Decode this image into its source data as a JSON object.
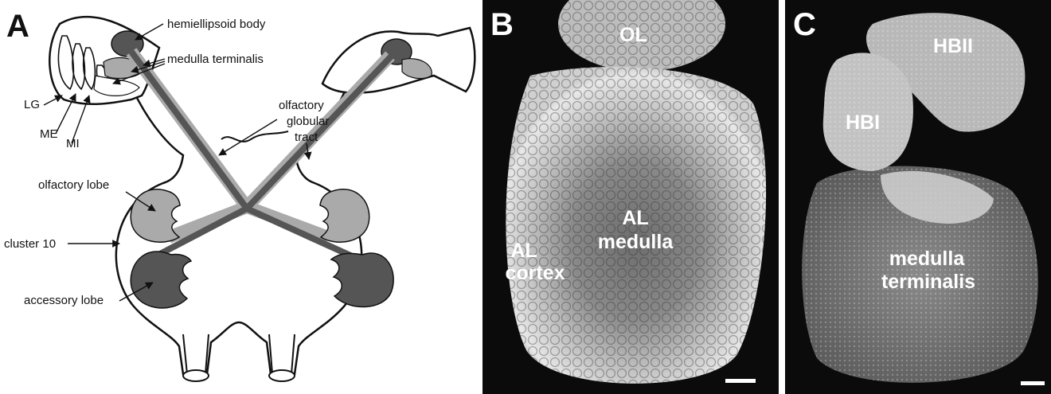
{
  "panels": {
    "a": {
      "letter": "A",
      "labels": {
        "hemiellipsoid": "hemiellipsoid body",
        "medulla_terminalis": "medulla terminalis",
        "olfactory_globular_1": "olfactory",
        "olfactory_globular_2": "globular",
        "olfactory_globular_3": "tract",
        "lg": "LG",
        "me": "ME",
        "mi": "MI",
        "olfactory_lobe": "olfactory lobe",
        "cluster10": "cluster 10",
        "accessory_lobe": "accessory lobe"
      }
    },
    "b": {
      "letter": "B",
      "labels": {
        "ol": "OL",
        "al_medulla_1": "AL",
        "al_medulla_2": "medulla",
        "al_cortex_1": "AL",
        "al_cortex_2": "cortex"
      }
    },
    "c": {
      "letter": "C",
      "labels": {
        "hbii": "HBII",
        "hbi": "HBI",
        "mt_1": "medulla",
        "mt_2": "terminalis"
      }
    }
  },
  "colors": {
    "dark_structure": "#555555",
    "light_structure": "#aaaaaa",
    "micrograph_bg": "#0b0b0b"
  }
}
